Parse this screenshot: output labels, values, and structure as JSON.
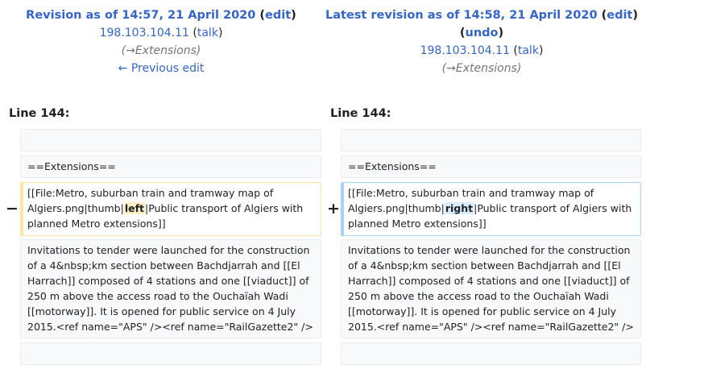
{
  "old_revision": {
    "title_prefix": "Revision as of 14:57, 21 April 2020",
    "open_paren": "(",
    "edit_label": "edit",
    "close_paren": ")",
    "user": "198.103.104.11",
    "talk_open": "(",
    "talk_label": "talk",
    "talk_close": ")",
    "summary": "(→Extensions)",
    "prev_edit": "← Previous edit"
  },
  "new_revision": {
    "title_prefix": "Latest revision as of 14:58, 21 April 2020",
    "open_paren": "(",
    "edit_label": "edit",
    "close_paren": ")",
    "undo_open": "(",
    "undo_label": "undo",
    "undo_close": ")",
    "user": "198.103.104.11",
    "talk_open": "(",
    "talk_label": "talk",
    "talk_close": ")",
    "summary": "(→Extensions)"
  },
  "diff": {
    "line_label_old": "Line 144:",
    "line_label_new": "Line 144:",
    "minus": "−",
    "plus": "+",
    "context_heading": "==Extensions==",
    "changed_old": {
      "before": "[[File:Metro, suburban train and tramway map of Algiers.png|thumb|",
      "highlight": "left",
      "after": "|Public transport of Algiers with planned Metro extensions]]"
    },
    "changed_new": {
      "before": "[[File:Metro, suburban train and tramway map of Algiers.png|thumb|",
      "highlight": "right",
      "after": "|Public transport of Algiers with planned Metro extensions]]"
    },
    "context_paragraph": "Invitations to tender were launched for the construction of a 4&nbsp;km section between Bachdjarrah and [[El Harrach]] composed of 4 stations and one [[viaduct]] of 250 m above the access road to the Ouchaïah Wadi [[motorway]]. It is opened for public service on 4 July 2015.<ref name=\"APS\" /><ref name=\"RailGazette2\" />"
  }
}
